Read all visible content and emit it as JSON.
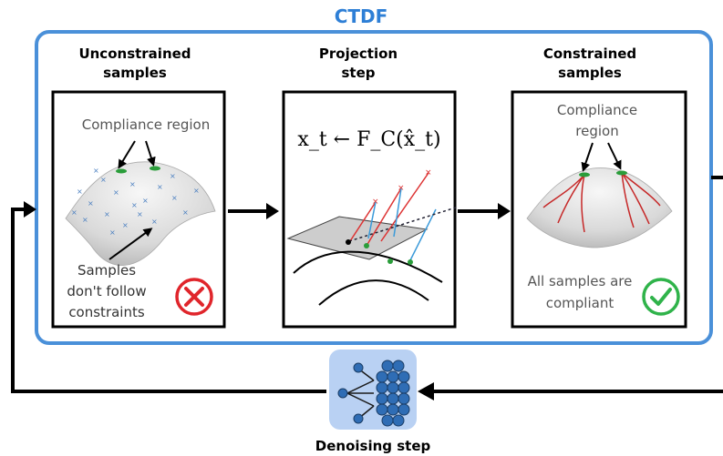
{
  "title": "CTDF",
  "colors": {
    "frame": "#4a90d9",
    "title": "#2e7fd6",
    "reject": "#e0252b",
    "accept": "#2fb34a",
    "denoise_bg": "#b9d1f3",
    "node": "#2f6db5",
    "surface_mark": "#2a9d3a",
    "red_curve": "#c62828",
    "sample_x": "#4a7fc1"
  },
  "panels": [
    {
      "heading_line1": "Unconstrained",
      "heading_line2": "samples",
      "compliance_label": "Compliance region",
      "note_line1": "Samples",
      "note_line2": "don't follow",
      "note_line3": "constraints",
      "status_icon": "cross-circle-icon"
    },
    {
      "heading_line1": "Projection",
      "heading_line2": "step",
      "equation": "x_t ← F_C(x̂_t)",
      "status_icon": ""
    },
    {
      "heading_line1": "Constrained",
      "heading_line2": "samples",
      "compliance_line1": "Compliance",
      "compliance_line2": "region",
      "note_line1": "All samples are",
      "note_line2": "compliant",
      "status_icon": "check-circle-icon"
    }
  ],
  "denoising": {
    "label": "Denoising step",
    "icon": "neural-network-icon"
  }
}
